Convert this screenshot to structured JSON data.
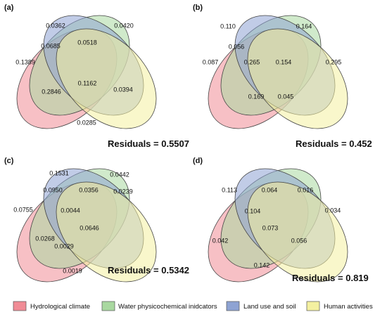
{
  "colors": {
    "hydrological": "#f08c96",
    "water": "#a9d8a0",
    "land": "#8ea3d3",
    "human": "#f4f0a0"
  },
  "panels": [
    {
      "label": "(a)",
      "residuals": "Residuals =  0.5507",
      "values": {
        "w_only": "0.0362",
        "l_only": "0.0420",
        "h_only": "0.1389",
        "hw": "0.0685",
        "wl": "0.0518",
        "center": "0.1162",
        "hwl_left": "0.2846",
        "wlu_right": "0.0394",
        "bottom": "0.0285"
      }
    },
    {
      "label": "(b)",
      "residuals": "Residuals =  0.452",
      "values": {
        "w_only": "0.110",
        "l_only": "0.164",
        "h_only": "0.087",
        "hw": "0.056",
        "wl": "0.265",
        "center": "0.154",
        "hu_right": "0.295",
        "hwl_left": "0.169",
        "wlu_right": "0.045"
      }
    },
    {
      "label": "(c)",
      "residuals": "Residuals =  0.5342",
      "values": {
        "w_only": "0.1531",
        "l_only": "0.0442",
        "h_only": "0.0755",
        "hw": "0.0950",
        "wl": "0.0356",
        "lu": "0.0239",
        "hwl": "0.0044",
        "center": "0.0646",
        "hwl_left": "0.0268",
        "hl_low": "0.0029",
        "bottom": "0.0019"
      }
    },
    {
      "label": "(d)",
      "residuals": "Residuals =  0.819",
      "values": {
        "hw": "0.113",
        "wl": "0.064",
        "lu": "0.016",
        "hwl": "0.104",
        "center": "0.073",
        "hu_right": "0.034",
        "hwl_left": "0.042",
        "wlu_right": "0.056",
        "bottom": "0.142"
      }
    }
  ],
  "legend": [
    {
      "label": "Hydrological climate",
      "color": "#f08c96"
    },
    {
      "label": "Water physicochemical inidcators",
      "color": "#a9d8a0"
    },
    {
      "label": "Land use and soil",
      "color": "#8ea3d3"
    },
    {
      "label": "Human activities",
      "color": "#f4f0a0"
    }
  ]
}
